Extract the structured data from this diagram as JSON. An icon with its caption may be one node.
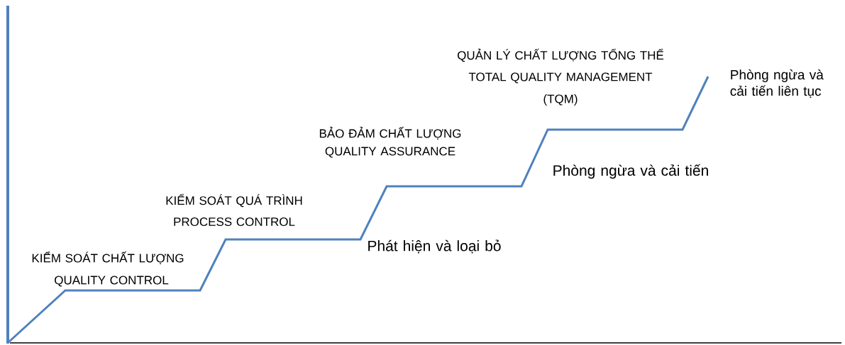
{
  "diagram": {
    "labels": [
      "QUẢN LÝ CHẤT LƯỢNG TỔNG THỂ",
      "TOTAL QUALITY MANAGEMENT",
      "(TQM)",
      "Phòng ngừa và cải tiến liên tục",
      "BẢO ĐẢM CHẤT LƯỢNG",
      "QUALITY ASSURANCE",
      "Phòng ngừa và cải tiến",
      "KIỂM SOÁT QUÁ TRÌNH",
      "PROCESS CONTROL",
      "Phát hiện và loại bỏ",
      "KIỂM SOÁT CHẤT LƯỢNG",
      "QUALITY CONTROL"
    ]
  }
}
